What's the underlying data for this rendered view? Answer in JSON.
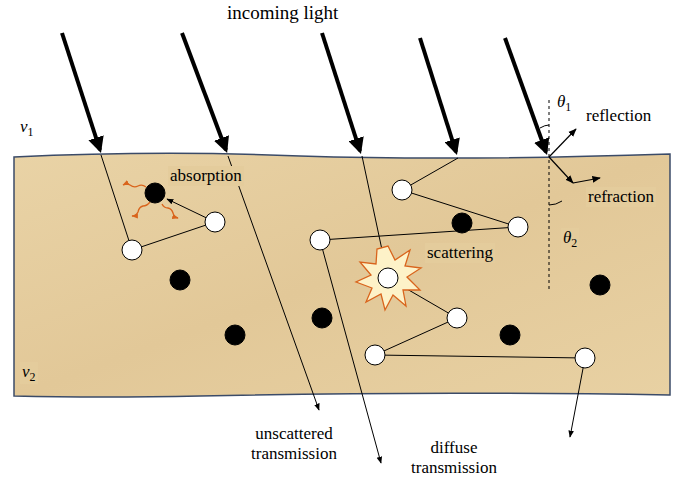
{
  "diagram": {
    "labels": [
      "incoming light",
      "θ1",
      "reflection",
      "ν1",
      "absorption",
      "refraction",
      "θ2",
      "scattering",
      "ν2",
      "unscattered transmission",
      "diffuse transmission"
    ]
  }
}
